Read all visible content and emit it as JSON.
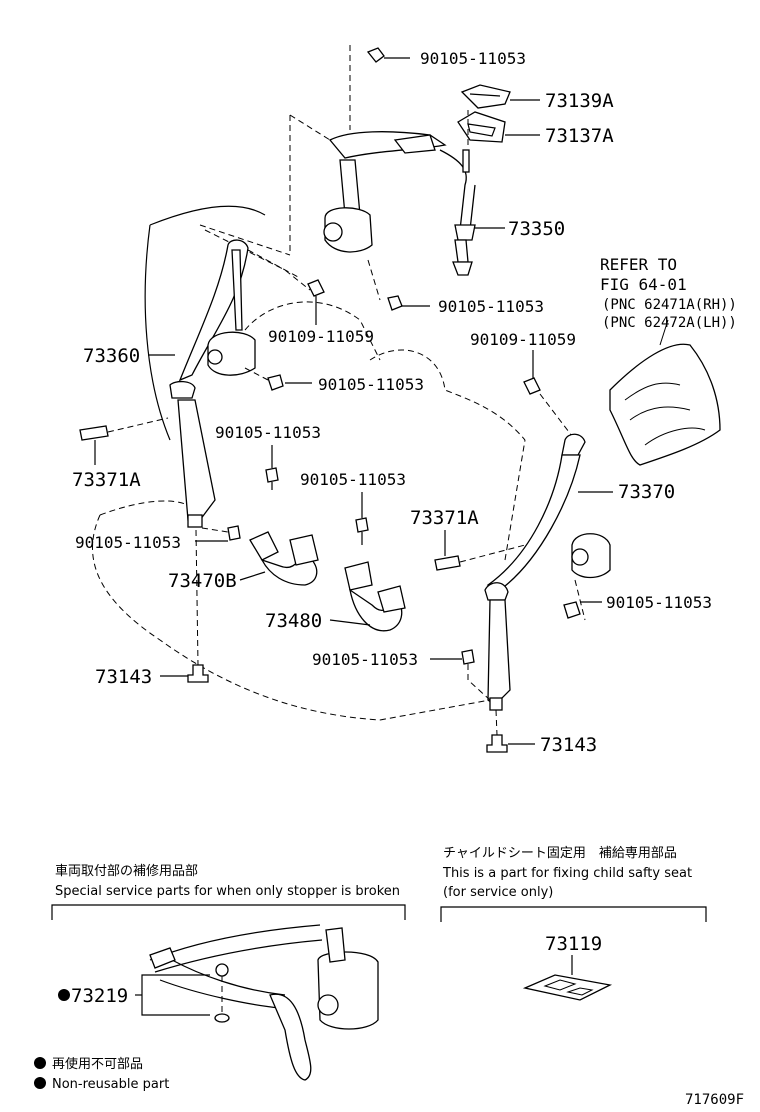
{
  "labels": {
    "p_90105_11053_top": "90105-11053",
    "p_73139A": "73139A",
    "p_73137A": "73137A",
    "p_73350": "73350",
    "p_90105_11053_mid": "90105-11053",
    "p_73360": "73360",
    "p_90109_11059_left": "90109-11059",
    "p_90105_11053_left": "90105-11053",
    "p_90109_11059_right": "90109-11059",
    "p_90105_11053_buckle": "90105-11053",
    "p_73371A_left": "73371A",
    "p_90105_11053_buckle2": "90105-11053",
    "p_73370": "73370",
    "p_73371A_right": "73371A",
    "p_90105_11053_lowleft": "90105-11053",
    "p_73470B": "73470B",
    "p_73480": "73480",
    "p_90105_11053_right": "90105-11053",
    "p_90105_11053_bottom": "90105-11053",
    "p_73143_left": "73143",
    "p_73143_right": "73143",
    "p_73219": "73219",
    "p_73119": "73119"
  },
  "refer": {
    "line1": "REFER TO",
    "line2": "FIG 64-01",
    "line3": "(PNC 62471A(RH))",
    "line4": "(PNC 62472A(LH))"
  },
  "service_left": {
    "jp": "車両取付部の補修用品部",
    "en": "Special service parts for when only stopper is broken"
  },
  "service_right": {
    "jp": "チャイルドシート固定用　補給専用部品",
    "en1": "This is a part for fixing child safty seat",
    "en2": "(for service only)"
  },
  "legend": {
    "jp": "再使用不可部品",
    "en": "Non-reusable part"
  },
  "figure_id": "717609F"
}
